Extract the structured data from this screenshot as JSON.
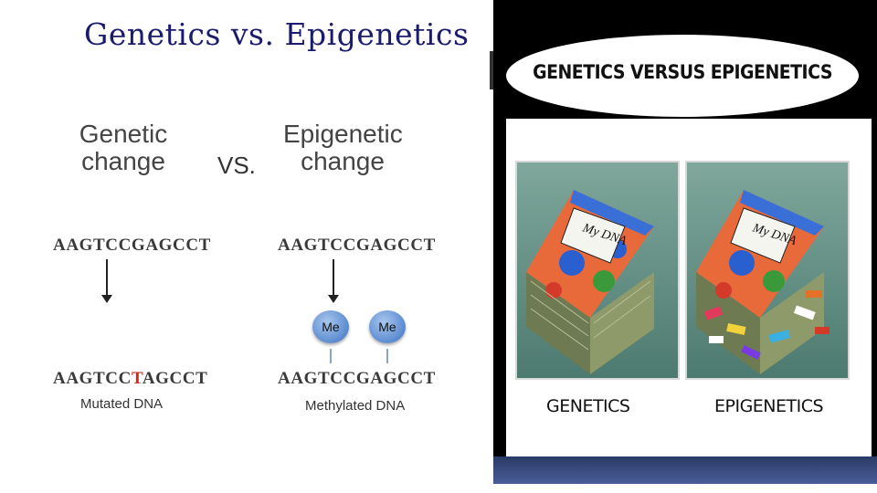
{
  "slide": {
    "title": "Genetics vs. Epigenetics"
  },
  "diagram": {
    "left_header": "Genetic change",
    "vs_label": "VS.",
    "right_header": "Epigenetic change",
    "left_seq_top": "AAGTCCGAGCCT",
    "left_seq_bottom_before": "AAGTCC",
    "left_seq_bottom_mutation": "T",
    "left_seq_bottom_after": "AGCCT",
    "left_caption": "Mutated DNA",
    "right_seq_top": "AAGTCCGAGCCT",
    "right_seq_bottom": "AAGTCCGAGCCT",
    "right_caption": "Methylated DNA",
    "methyl_label_1": "Me",
    "methyl_label_2": "Me"
  },
  "image_panel": {
    "banner": "GENETICS VERSUS EPIGENETICS",
    "book_text": "My DNA",
    "label_left": "GENETICS",
    "label_right": "EPIGENETICS"
  },
  "colors": {
    "title": "#1b1b6e",
    "mutation": "#cc2a1a",
    "methyl_ball": "#5b8bd0",
    "panel_bg": "#000000"
  }
}
